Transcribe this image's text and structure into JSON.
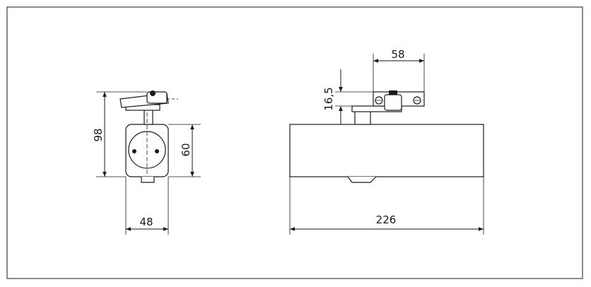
{
  "dimensions": {
    "side_height_total": "98",
    "side_height_body": "60",
    "side_width": "48",
    "front_bracket_width": "58",
    "front_bracket_height": "16,5",
    "front_length": "226"
  },
  "colors": {
    "line": "#1a1a1a",
    "background": "#ffffff"
  }
}
